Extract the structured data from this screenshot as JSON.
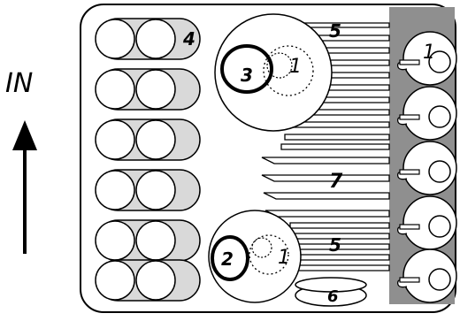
{
  "direction_label": "IN",
  "tray_labels": {
    "glasses": "4",
    "plates_top": "5",
    "plates_middle": "7",
    "plates_bottom": "5",
    "bowl": "6",
    "cups": "1",
    "upper_saucer_left": "3",
    "upper_saucer_right": "1",
    "lower_saucer_left": "2",
    "lower_saucer_right": "1"
  },
  "colors": {
    "stroke": "#000000",
    "tray_fill": "#ffffff",
    "glass_fill": "#d9d9d9",
    "cup_panel": "#8f8f8f"
  }
}
